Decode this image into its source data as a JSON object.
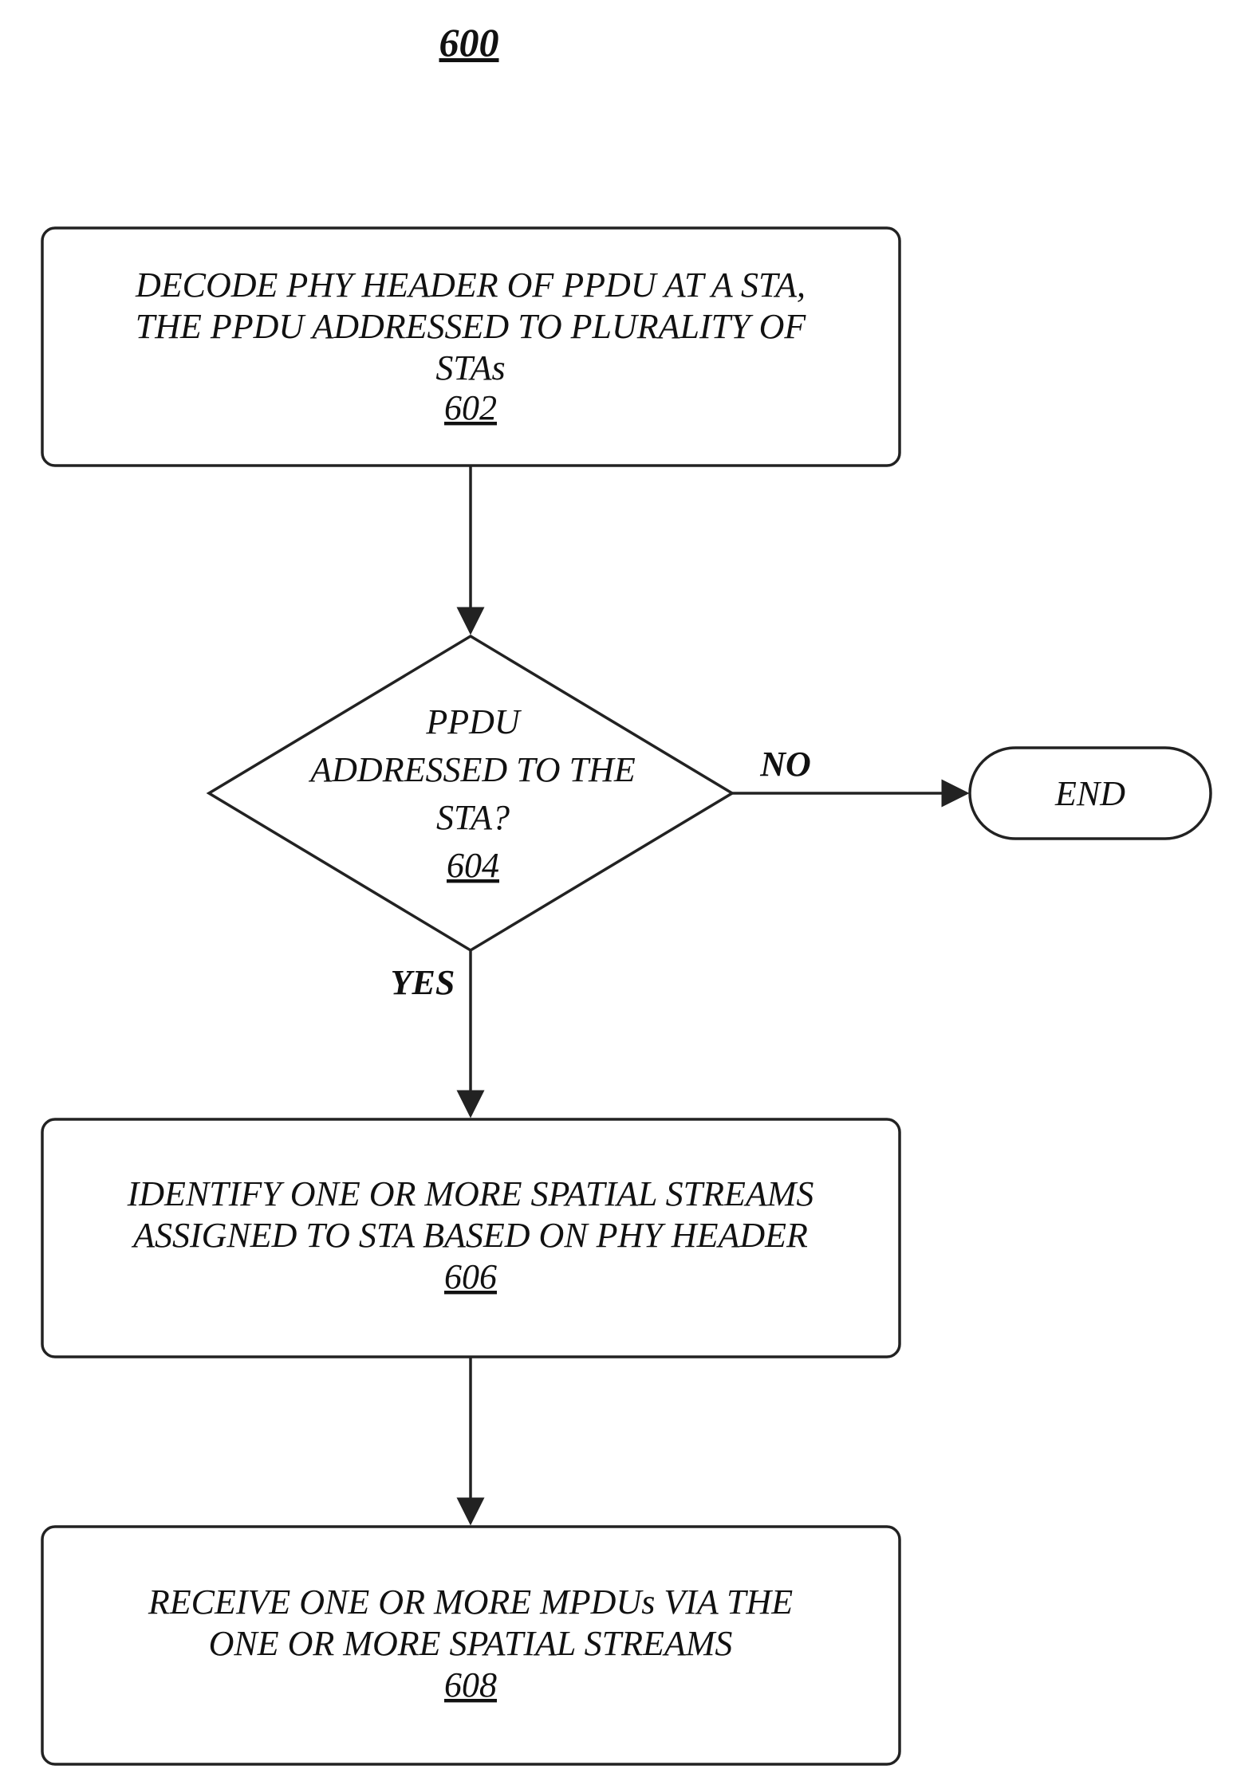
{
  "figure_number": "600",
  "nodes": {
    "box_602": {
      "lines": [
        "DECODE PHY HEADER OF PPDU AT A STA,",
        "THE PPDU ADDRESSED TO PLURALITY OF",
        "STAs"
      ],
      "ref": "602"
    },
    "decision_604": {
      "lines": [
        "PPDU",
        "ADDRESSED TO THE",
        "STA?"
      ],
      "ref": "604"
    },
    "end": {
      "label": "END"
    },
    "box_606": {
      "lines": [
        "IDENTIFY ONE OR MORE SPATIAL STREAMS",
        "ASSIGNED TO STA BASED ON PHY HEADER"
      ],
      "ref": "606"
    },
    "box_608": {
      "lines": [
        "RECEIVE ONE OR MORE MPDUs VIA THE",
        "ONE OR MORE SPATIAL STREAMS"
      ],
      "ref": "608"
    }
  },
  "edges": {
    "no_label": "NO",
    "yes_label": "YES"
  }
}
